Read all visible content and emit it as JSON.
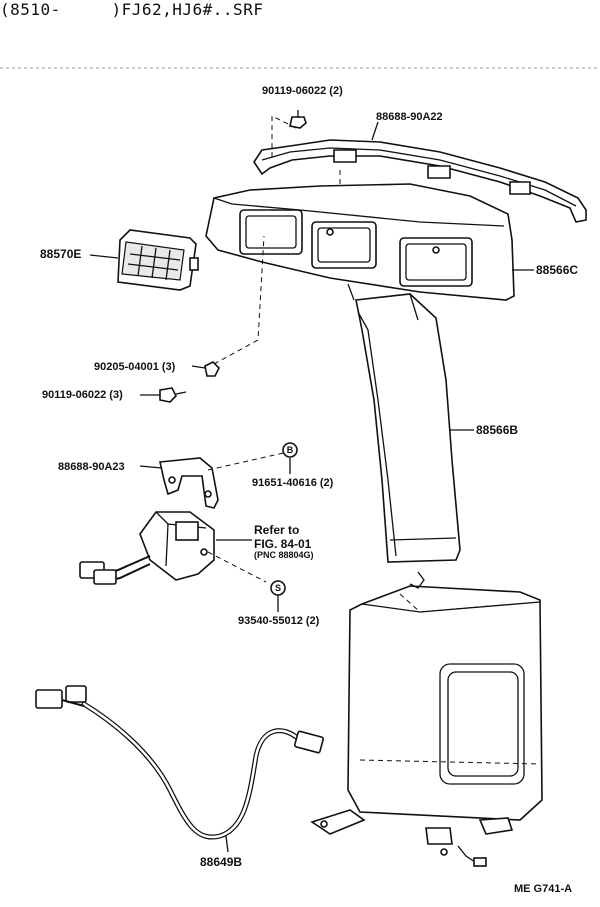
{
  "header": {
    "text": "(8510-     )FJ62,HJ6#..SRF"
  },
  "labels": {
    "p_90119_06022_2": "90119-06022 (2)",
    "p_88688_90A22": "88688-90A22",
    "p_88570E": "88570E",
    "p_88566C": "88566C",
    "p_90205_04001_3": "90205-04001 (3)",
    "p_90119_06022_3": "90119-06022 (3)",
    "p_88566B": "88566B",
    "p_88688_90A23": "88688-90A23",
    "p_91651_40616_2": "91651-40616 (2)",
    "refer_to": "Refer to",
    "fig_ref": "FIG. 84-01",
    "pnc_ref": "(PNC 88804G)",
    "p_93540_55012_2": "93540-55012 (2)",
    "p_88649B": "88649B",
    "marker_b": "B",
    "marker_s": "S",
    "footer_code": "ME  G741-A"
  }
}
